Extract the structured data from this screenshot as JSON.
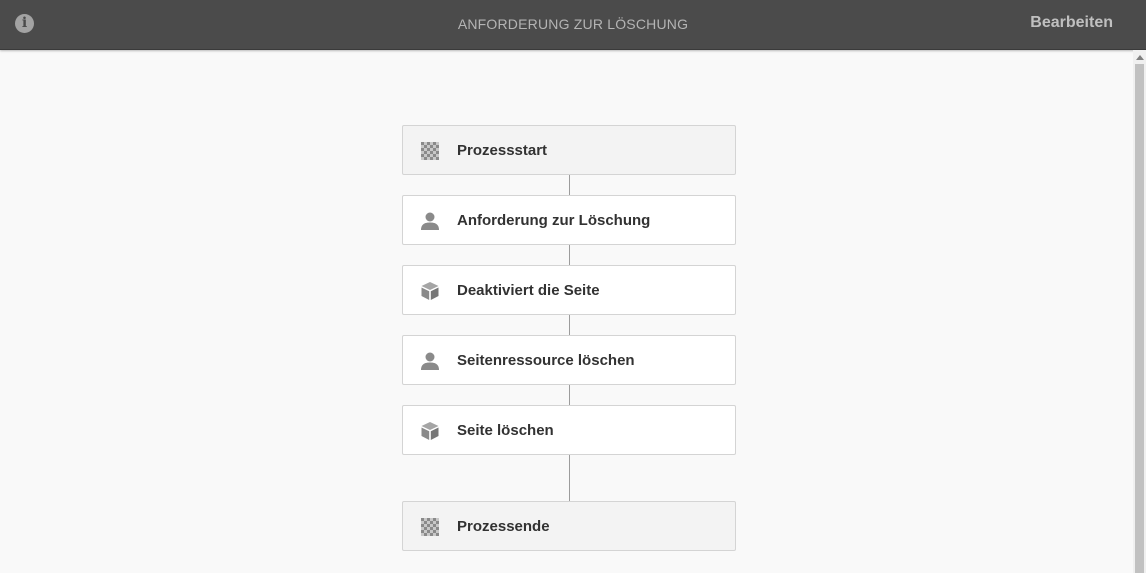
{
  "header": {
    "title": "ANFORDERUNG ZUR LÖSCHUNG",
    "edit_label": "Bearbeiten",
    "info_icon": "info-icon"
  },
  "workflow": {
    "steps": [
      {
        "label": "Prozessstart",
        "icon": "checkered-flag-icon",
        "kind": "start"
      },
      {
        "label": "Anforderung zur Löschung",
        "icon": "user-icon",
        "kind": "participant"
      },
      {
        "label": "Deaktiviert die Seite",
        "icon": "cube-icon",
        "kind": "process"
      },
      {
        "label": "Seitenressource löschen",
        "icon": "user-icon",
        "kind": "participant"
      },
      {
        "label": "Seite löschen",
        "icon": "cube-icon",
        "kind": "process"
      },
      {
        "label": "Prozessende",
        "icon": "checkered-flag-icon",
        "kind": "end"
      }
    ]
  },
  "colors": {
    "header_bg": "#4b4b4b",
    "page_bg": "#f9f9f9",
    "step_bg": "#ffffff",
    "terminal_step_bg": "#f3f3f3",
    "icon": "#8a8a8a"
  }
}
